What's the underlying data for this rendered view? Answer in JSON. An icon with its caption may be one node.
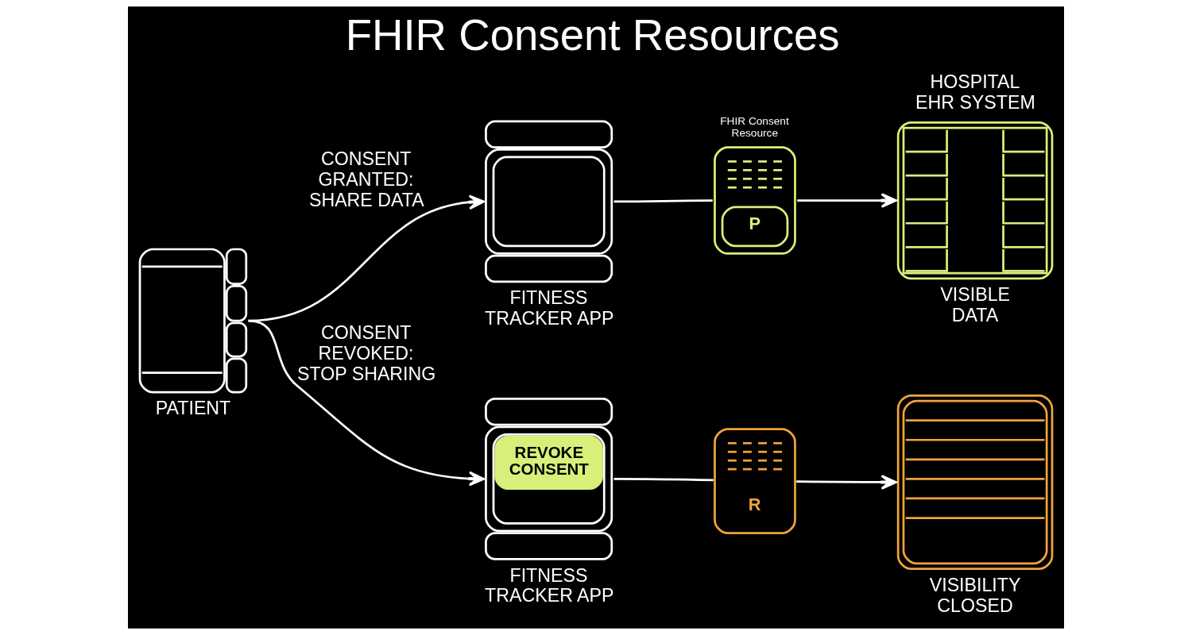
{
  "diagram": {
    "title": "FHIR Consent Resources",
    "nodes": [
      {
        "text": [],
        "shape": "picture",
        "beside": [
          "PATIENT"
        ]
      },
      {
        "text": [],
        "shape": "picture",
        "beside": [
          "FITNESS TRACKER APP"
        ]
      },
      {
        "text": [
          "P"
        ],
        "beside": [
          "FHIR Consent Resource"
        ]
      },
      {
        "text": [],
        "shape": "picture",
        "beside": [
          "HOSPITAL EHR SYSTEM",
          "VISIBLE DATA"
        ]
      },
      {
        "text": [
          "REVOKE CONSENT"
        ],
        "beside": [
          "FITNESS TRACKER APP"
        ]
      },
      {
        "text": [
          "R"
        ]
      },
      {
        "text": [],
        "shape": "picture",
        "beside": [
          "VISIBILITY CLOSED"
        ]
      }
    ],
    "edges": [
      {
        "from": 0,
        "to": 1,
        "arrow": "to",
        "label": "CONSENT GRANTED: SHARE DATA"
      },
      {
        "from": 0,
        "to": 4,
        "arrow": "to",
        "label": "CONSENT REVOKED: STOP SHARING"
      },
      {
        "from": 1,
        "to": 2,
        "arrow": "none"
      },
      {
        "from": 2,
        "to": 3,
        "arrow": "to"
      },
      {
        "from": 4,
        "to": 5,
        "arrow": "none"
      },
      {
        "from": 5,
        "to": 6,
        "arrow": "to"
      }
    ]
  }
}
